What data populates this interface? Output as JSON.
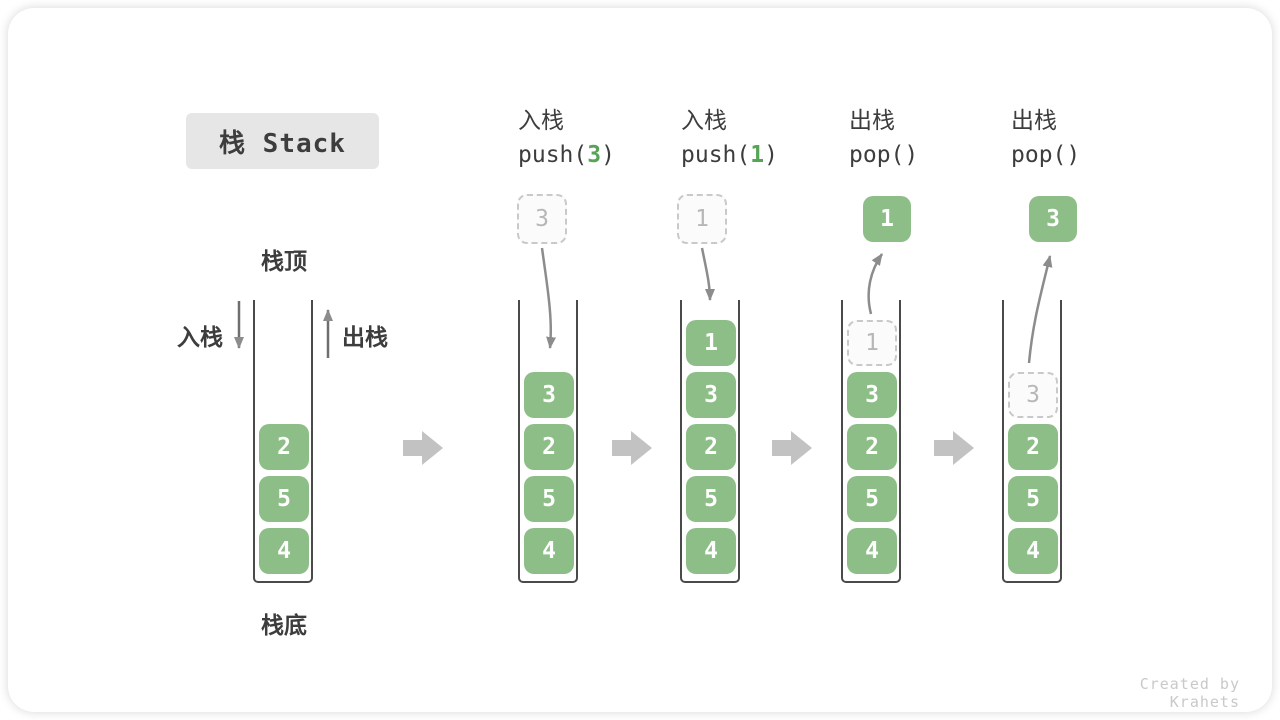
{
  "title": "栈 Stack",
  "side_labels": {
    "top": "栈顶",
    "bottom": "栈底",
    "push": "入栈",
    "pop": "出栈"
  },
  "operations": [
    {
      "kind_label": "入栈",
      "fn": "push(",
      "arg": "3",
      "close": ")"
    },
    {
      "kind_label": "入栈",
      "fn": "push(",
      "arg": "1",
      "close": ")"
    },
    {
      "kind_label": "出栈",
      "fn": "pop(",
      "arg": "",
      "close": ")"
    },
    {
      "kind_label": "出栈",
      "fn": "pop(",
      "arg": "",
      "close": ")"
    }
  ],
  "stacks": [
    {
      "items": [
        "2",
        "5",
        "4"
      ]
    },
    {
      "items": [
        "3",
        "2",
        "5",
        "4"
      ],
      "incoming": "3"
    },
    {
      "items": [
        "1",
        "3",
        "2",
        "5",
        "4"
      ],
      "incoming": "1"
    },
    {
      "items": [
        "3",
        "2",
        "5",
        "4"
      ],
      "ghost": "1",
      "popped": "1"
    },
    {
      "items": [
        "2",
        "5",
        "4"
      ],
      "ghost": "3",
      "popped": "3"
    }
  ],
  "watermark": "Created by Krahets",
  "colors": {
    "box_green": "#8ebe88",
    "arg_green": "#57a457",
    "text_dark": "#3d3d3d",
    "wall_gray": "#4a4a4a",
    "arrow_gray": "#8c8c8c",
    "block_arrow_gray": "#c2c2c2",
    "dashed_border": "#c9c9c9",
    "ghost_text": "#b7b7b7",
    "title_bg": "#e6e6e6",
    "watermark_gray": "#c9c9c9"
  }
}
